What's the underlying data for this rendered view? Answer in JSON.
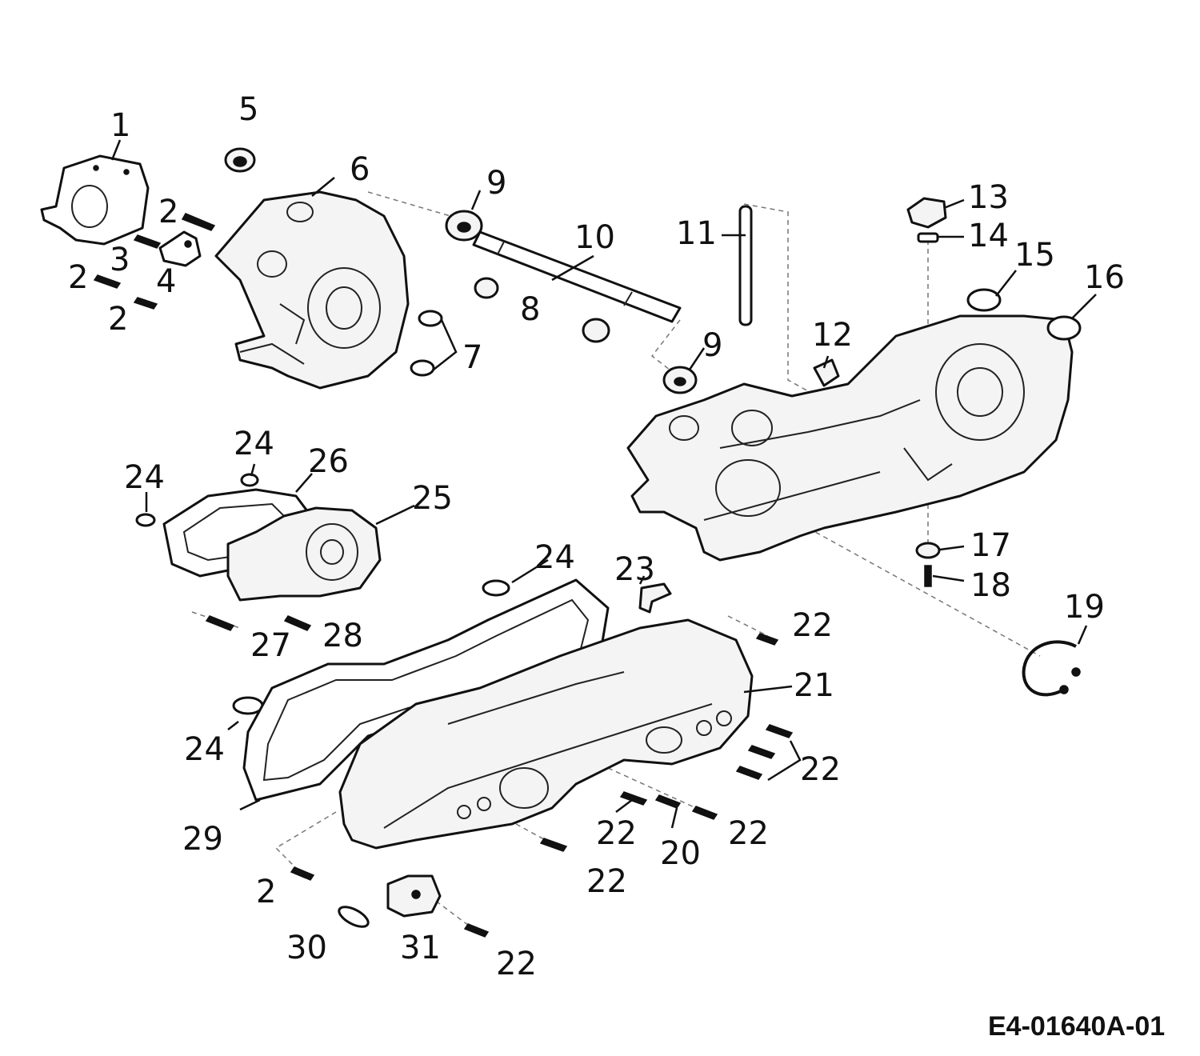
{
  "diagram": {
    "code": "E4-01640A-01",
    "callouts": [
      "1",
      "2",
      "3",
      "4",
      "5",
      "6",
      "7",
      "8",
      "9",
      "10",
      "11",
      "12",
      "13",
      "14",
      "15",
      "16",
      "17",
      "18",
      "19",
      "20",
      "21",
      "22",
      "23",
      "24",
      "25",
      "26",
      "27",
      "28",
      "29",
      "30",
      "31"
    ]
  }
}
